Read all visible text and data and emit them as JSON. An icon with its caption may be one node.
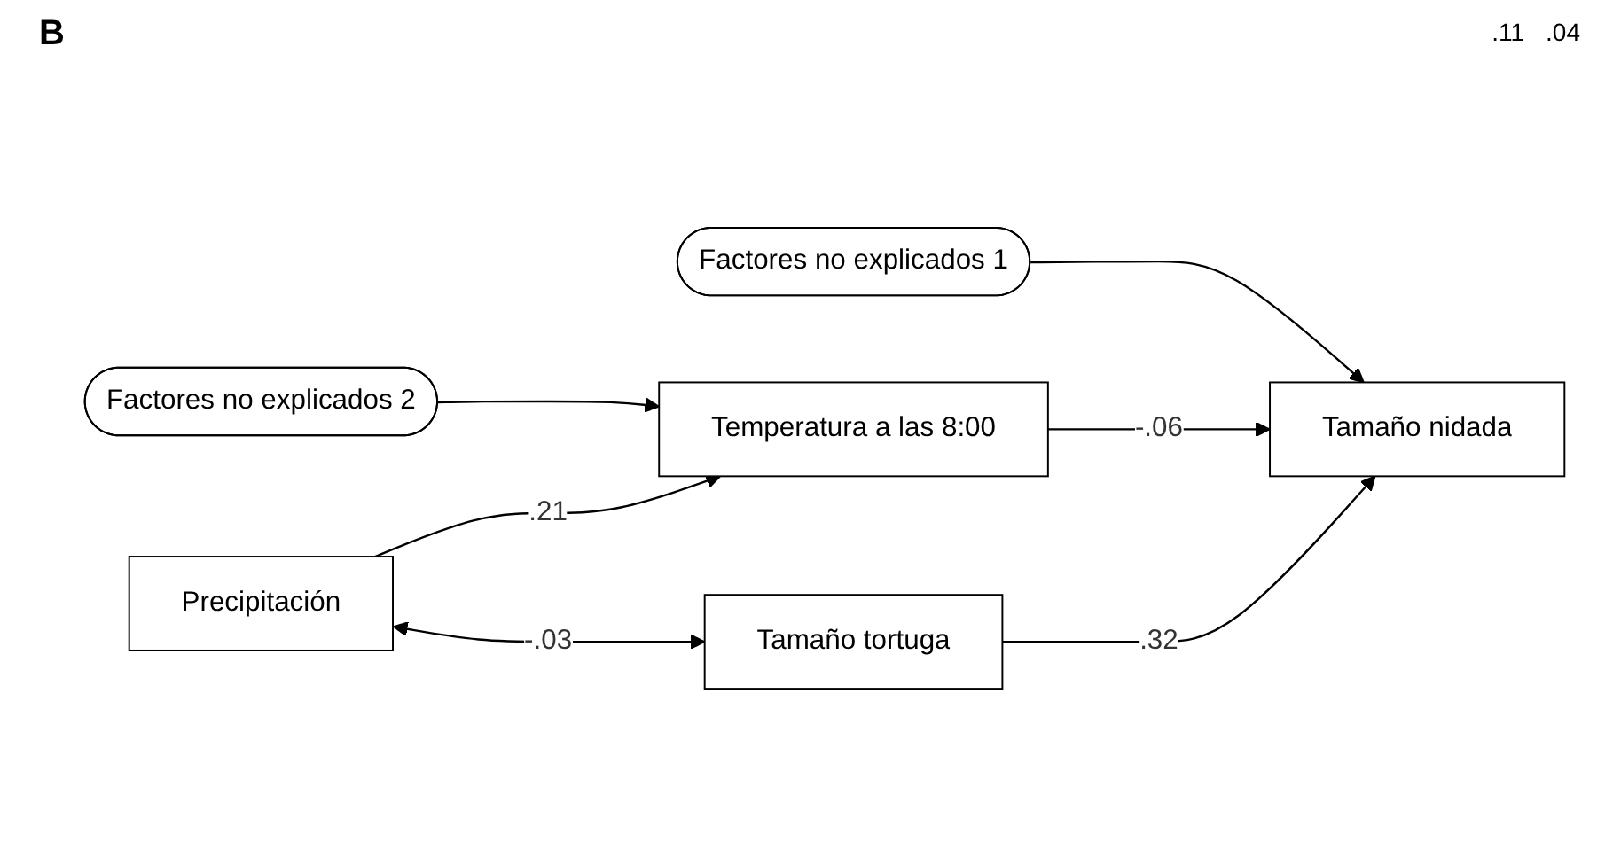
{
  "diagram": {
    "title": "B",
    "nodes": [
      {
        "text": [
          "Factores no explicados 2"
        ]
      },
      {
        "text": [
          "Factores no explicados 1"
        ]
      },
      {
        "text": [
          "Precipitación"
        ]
      },
      {
        "text": [
          "Temperatura a las 8:00"
        ]
      },
      {
        "text": [
          "Tamaño nidada"
        ]
      },
      {
        "text": [
          "Tamaño tortuga"
        ]
      }
    ],
    "edges": [
      {
        "from": 0,
        "to": 3,
        "arrow": "to"
      },
      {
        "from": 1,
        "to": 4,
        "arrow": "to"
      },
      {
        "from": 2,
        "to": 3,
        "arrow": "to",
        "label": ".21"
      },
      {
        "from": 3,
        "to": 4,
        "arrow": "to",
        "label": "-.06"
      },
      {
        "from": 5,
        "to": 4,
        "arrow": "to",
        "label": ".32"
      },
      {
        "from": 2,
        "to": 5,
        "arrow": "both",
        "label": "-.03"
      }
    ],
    "labels": [
      ".11",
      ".04"
    ]
  }
}
